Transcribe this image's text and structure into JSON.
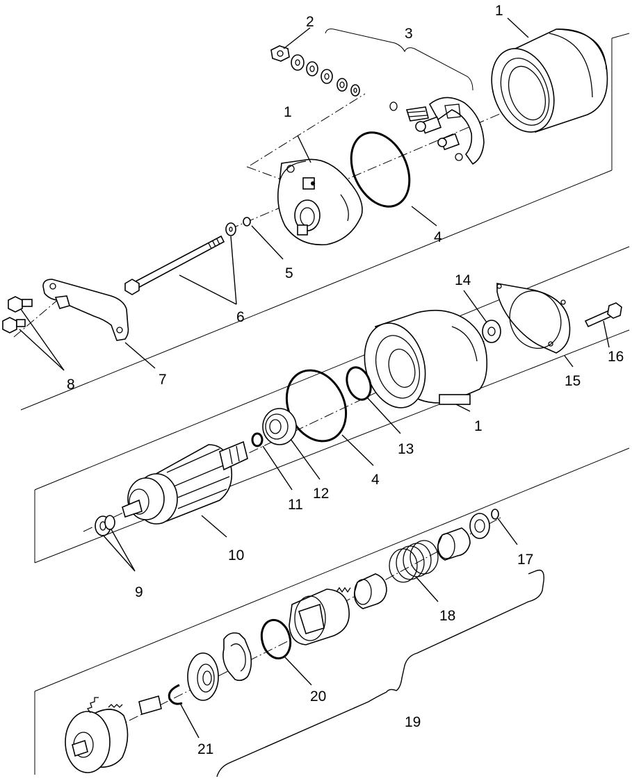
{
  "callouts": {
    "c1a": "1",
    "c1b": "1",
    "c1c": "1",
    "c2": "2",
    "c3": "3",
    "c4a": "4",
    "c4b": "4",
    "c5": "5",
    "c6": "6",
    "c7": "7",
    "c8": "8",
    "c9": "9",
    "c10": "10",
    "c11": "11",
    "c12": "12",
    "c13": "13",
    "c14": "14",
    "c15": "15",
    "c16": "16",
    "c17": "17",
    "c18": "18",
    "c19": "19",
    "c20": "20",
    "c21": "21"
  }
}
